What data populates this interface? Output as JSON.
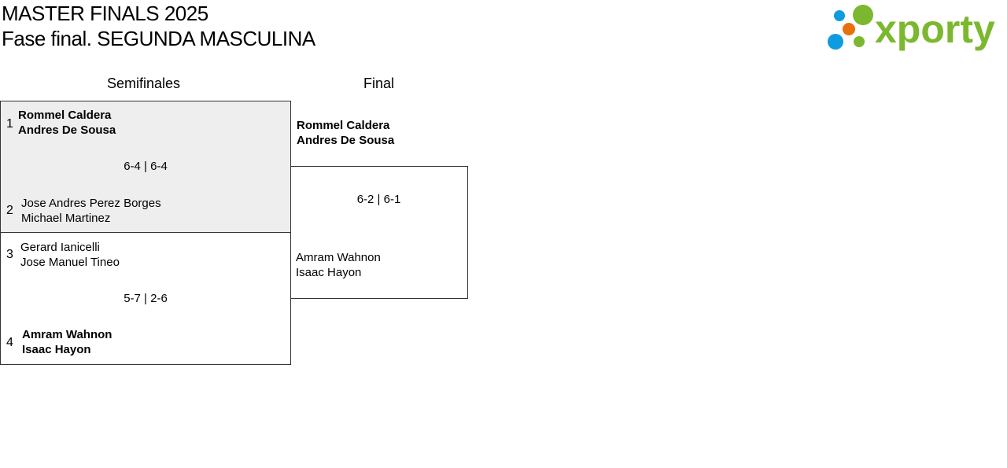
{
  "header": {
    "title": "MASTER FINALS 2025",
    "subtitle": "Fase final. SEGUNDA MASCULINA"
  },
  "logo": {
    "text": "xporty",
    "colors": {
      "green": "#7cb82f",
      "blue": "#0f9be0",
      "orange": "#e8700f"
    }
  },
  "rounds": [
    "Semifinales",
    "Final"
  ],
  "semifinals": [
    {
      "seed_a": "1",
      "team_a": [
        "Rommel Caldera",
        "Andres De Sousa"
      ],
      "score": "6-4 | 6-4",
      "seed_b": "2",
      "team_b": [
        "Jose Andres Perez Borges",
        "Michael Martinez"
      ]
    },
    {
      "seed_a": "3",
      "team_a": [
        "Gerard Ianicelli",
        "Jose Manuel Tineo"
      ],
      "score": "5-7 | 2-6",
      "seed_b": "4",
      "team_b": [
        "Amram Wahnon",
        "Isaac Hayon"
      ]
    }
  ],
  "final": {
    "team_a": [
      "Rommel Caldera",
      "Andres De Sousa"
    ],
    "score": "6-2 | 6-1",
    "team_b": [
      "Amram Wahnon",
      "Isaac Hayon"
    ]
  }
}
